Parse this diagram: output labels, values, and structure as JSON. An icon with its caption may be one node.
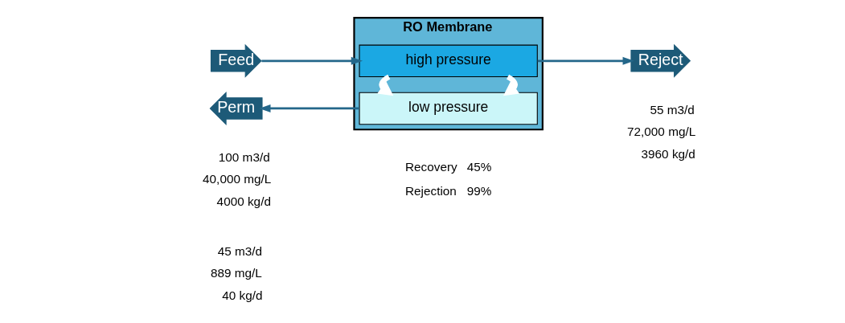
{
  "diagram": {
    "nodes": [
      {
        "text": [
          "Feed"
        ],
        "beside": [
          "100 m3/d",
          "40,000 mg/L",
          "4000 kg/d"
        ]
      },
      {
        "text": [
          "Reject"
        ],
        "beside": [
          "55 m3/d",
          "72,000 mg/L",
          "3960 kg/d"
        ]
      },
      {
        "text": [
          "RO Membrane"
        ]
      },
      {
        "text": [
          "high pressure"
        ],
        "in": 2
      },
      {
        "text": [
          "low pressure"
        ],
        "in": 2
      },
      {
        "text": [
          "Perm"
        ],
        "beside": [
          "45 m3/d",
          "889 mg/L",
          "40 kg/d"
        ]
      }
    ],
    "edges": [
      {
        "from": 0,
        "to": 3,
        "arrow": "to"
      },
      {
        "from": 3,
        "to": 1,
        "arrow": "to"
      },
      {
        "from": 4,
        "to": 5,
        "arrow": "to"
      },
      {
        "from": 3,
        "to": 4,
        "arrow": "to",
        "style": "thick",
        "color": "#ffffff"
      },
      {
        "from": 3,
        "to": 4,
        "arrow": "to",
        "style": "thick",
        "color": "#ffffff"
      }
    ],
    "labels": [
      "Recovery",
      "45%",
      "Rejection",
      "99%"
    ]
  }
}
